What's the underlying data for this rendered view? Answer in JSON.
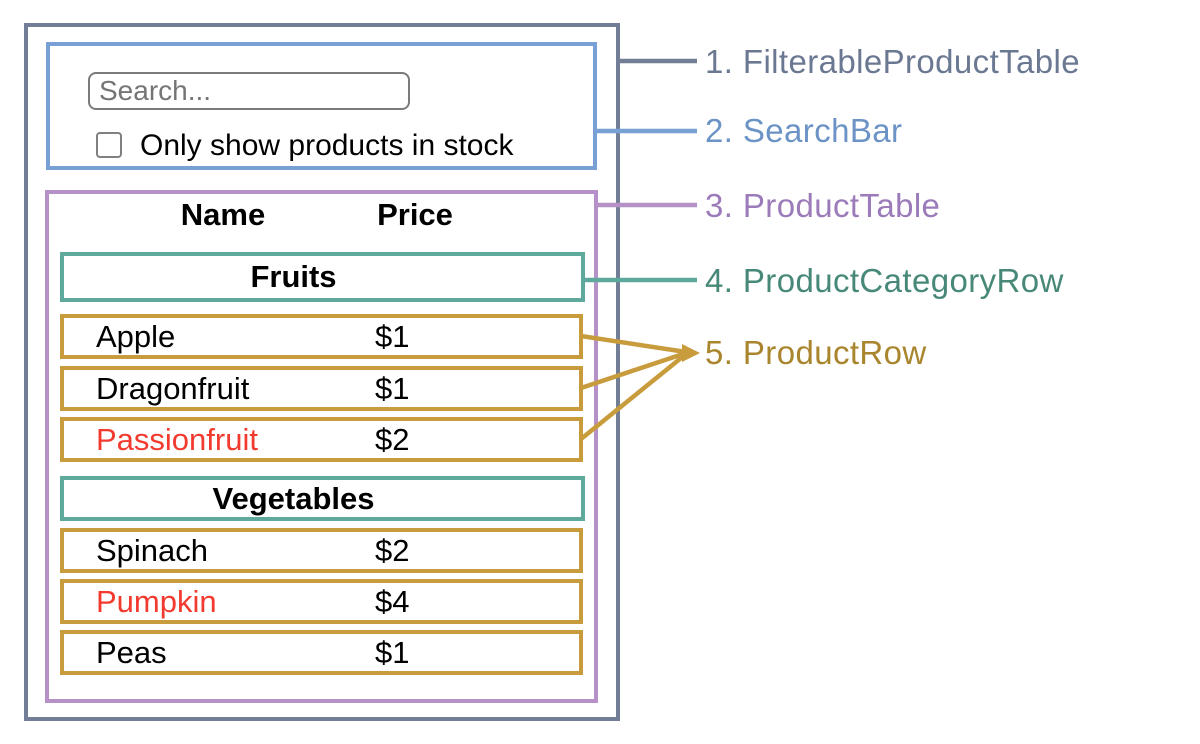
{
  "search_bar": {
    "placeholder": "Search...",
    "checkbox_label": "Only show products in stock",
    "checkbox_checked": false
  },
  "product_table": {
    "columns": [
      "Name",
      "Price"
    ],
    "sections": [
      {
        "category": "Fruits",
        "rows": [
          {
            "name": "Apple",
            "price": "$1",
            "stocked": true
          },
          {
            "name": "Dragonfruit",
            "price": "$1",
            "stocked": true
          },
          {
            "name": "Passionfruit",
            "price": "$2",
            "stocked": false
          }
        ]
      },
      {
        "category": "Vegetables",
        "rows": [
          {
            "name": "Spinach",
            "price": "$2",
            "stocked": true
          },
          {
            "name": "Pumpkin",
            "price": "$4",
            "stocked": false
          },
          {
            "name": "Peas",
            "price": "$1",
            "stocked": true
          }
        ]
      }
    ]
  },
  "annotations": {
    "labels": [
      {
        "text": "1. FilterableProductTable",
        "color": "#6b7892"
      },
      {
        "text": "2. SearchBar",
        "color": "#6c93c6"
      },
      {
        "text": "3. ProductTable",
        "color": "#9b7bb9"
      },
      {
        "text": "4. ProductCategoryRow",
        "color": "#478878"
      },
      {
        "text": "5. ProductRow",
        "color": "#a9852d"
      }
    ]
  },
  "colors": {
    "filterable_product_table_border": "#727e96",
    "search_bar_border": "#79a0d4",
    "product_table_border": "#b591c8",
    "product_category_row_border": "#5ea99b",
    "product_row_border": "#c89c3c",
    "out_of_stock_text": "#f23a2f"
  }
}
